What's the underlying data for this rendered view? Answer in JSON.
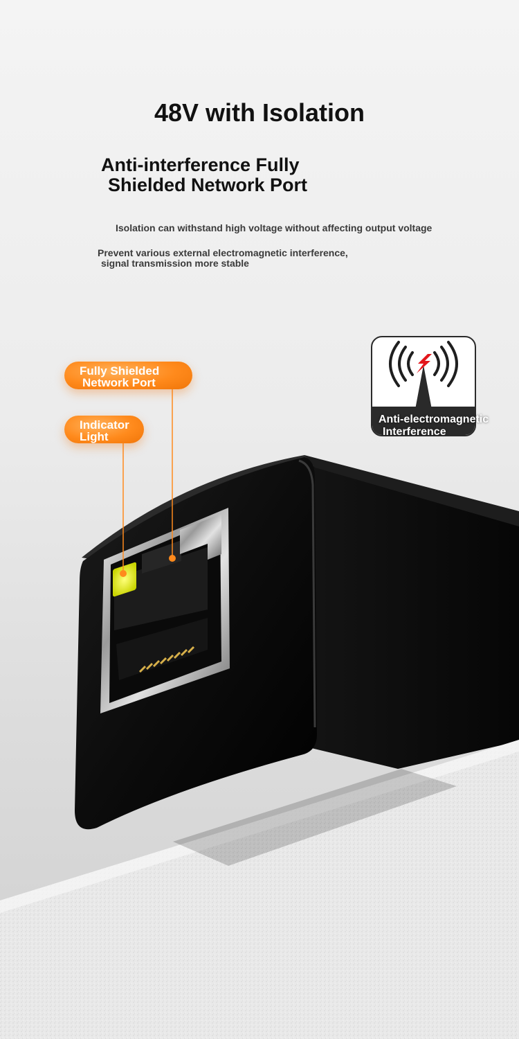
{
  "heading": {
    "title": "48V with Isolation",
    "subtitle_line1": "Anti-interference Fully",
    "subtitle_line2": "Shielded Network Port"
  },
  "descriptions": {
    "isolation": "Isolation can withstand high voltage without affecting output voltage",
    "interference_line1": "Prevent various external electromagnetic interference,",
    "interference_line2": "signal transmission more stable"
  },
  "callouts": {
    "port_line1": "Fully Shielded",
    "port_line2": "Network Port",
    "light_line1": "Indicator",
    "light_line2": "Light"
  },
  "badge": {
    "icon": "antenna-signal-icon",
    "label_line1": "Anti-electromagnetic",
    "label_line2": "Interference"
  },
  "colors": {
    "accent": "#ff8a1c",
    "led": "#e8f000",
    "device": "#111111",
    "lightning": "#e3161b"
  }
}
